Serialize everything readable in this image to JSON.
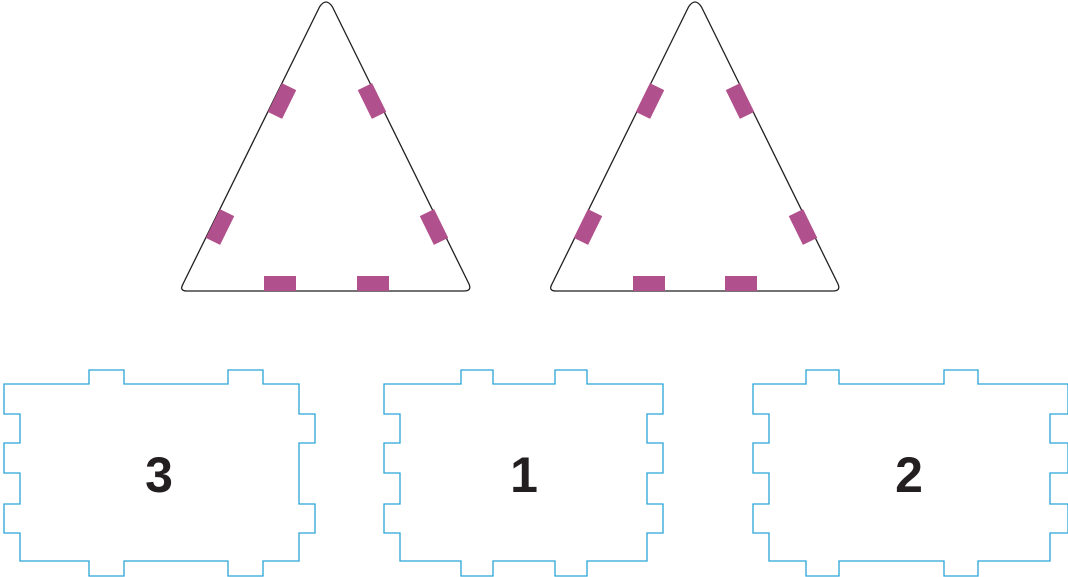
{
  "colors": {
    "triangle_outline": "#231f20",
    "triangle_slots": "#b0508c",
    "panel_outline": "#2aa3d6",
    "panel_number": "#231f20"
  },
  "triangles": [
    {
      "name": "triangle-left",
      "slot_count": 6
    },
    {
      "name": "triangle-right",
      "slot_count": 6
    }
  ],
  "panels": [
    {
      "name": "panel-3",
      "label": "3"
    },
    {
      "name": "panel-1",
      "label": "1"
    },
    {
      "name": "panel-2",
      "label": "2"
    }
  ]
}
